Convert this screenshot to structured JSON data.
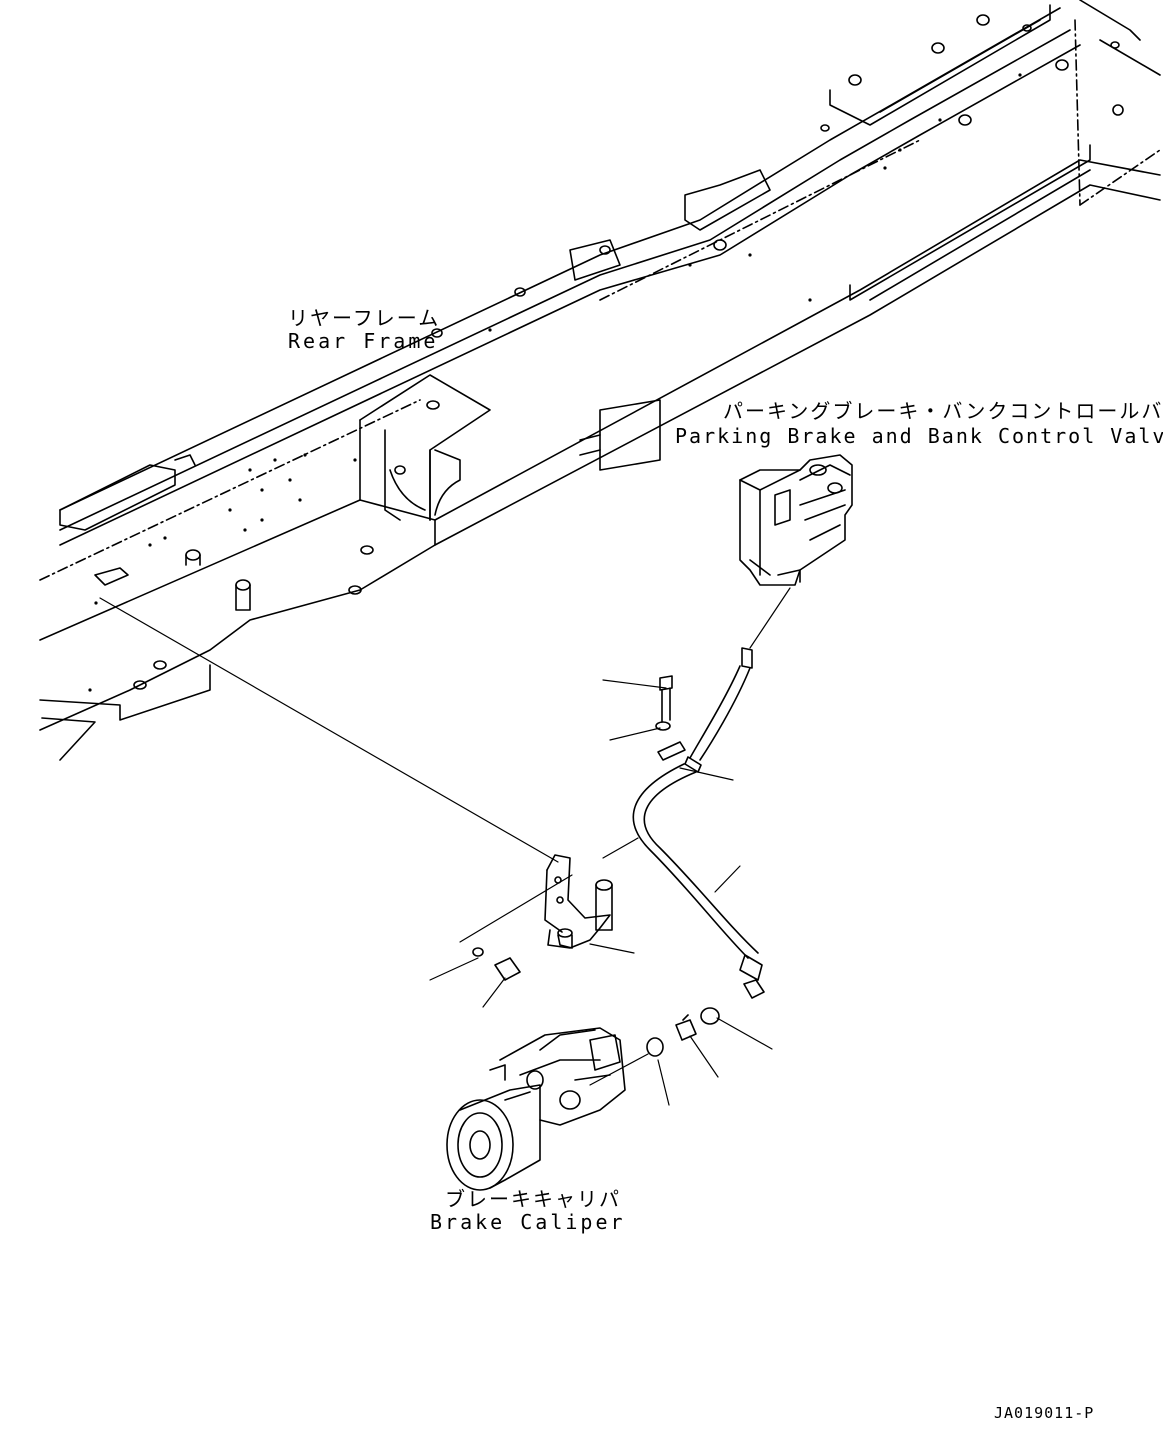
{
  "labels": {
    "rear_frame": {
      "jp": "リヤーフレーム",
      "en": "Rear Frame"
    },
    "valve": {
      "jp": "パーキングブレーキ・バンクコントロールバルブ",
      "en": "Parking Brake and Bank Control Valve"
    },
    "caliper": {
      "jp": "ブレーキキャリパ",
      "en": "Brake Caliper"
    }
  },
  "drawing_code": "JA019011-P"
}
